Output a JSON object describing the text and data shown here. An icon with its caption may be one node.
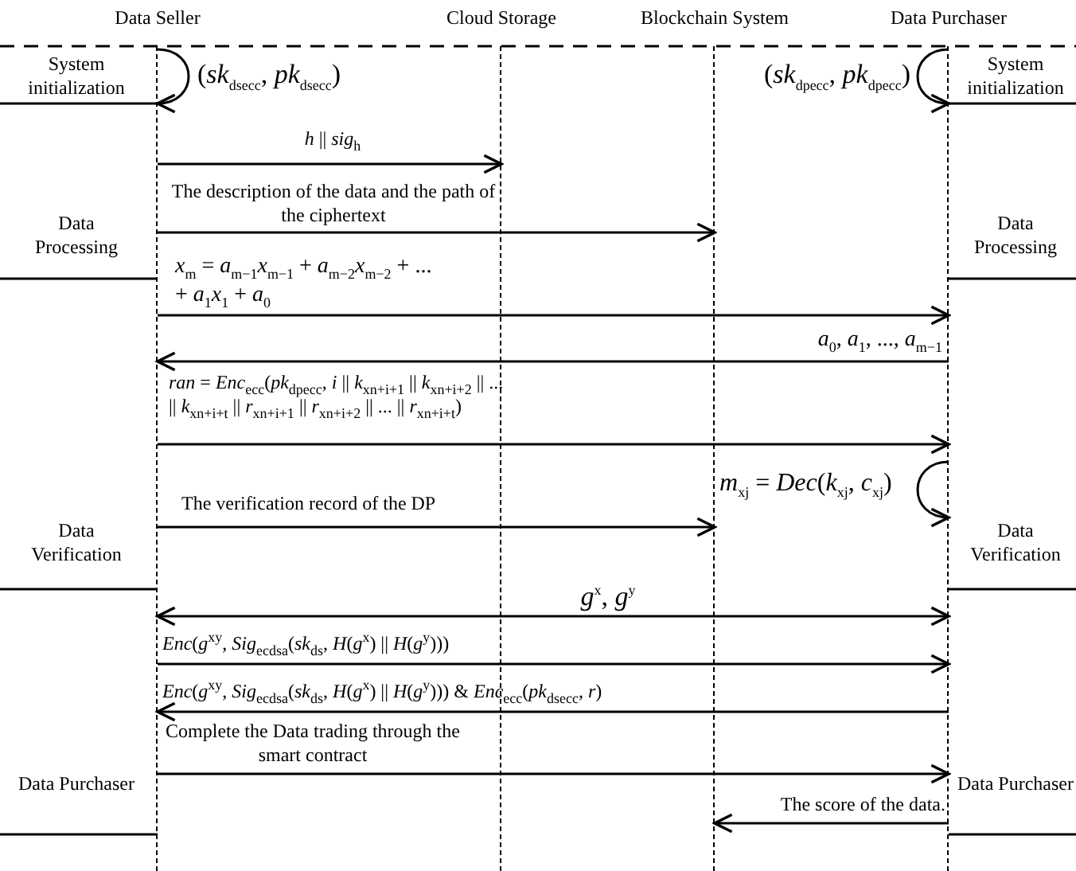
{
  "diagram": {
    "nodes": [
      {
        "text": [
          "Data Seller"
        ]
      },
      {
        "text": [
          "Cloud Storage"
        ]
      },
      {
        "text": [
          "Blockchain System"
        ]
      },
      {
        "text": [
          "Data Purchaser"
        ]
      }
    ],
    "edges": [
      {
        "from": 0,
        "to": 0,
        "arrow": "to",
        "label": "(*sk*$_{dsecc}$, *pk*$_{dsecc}$)"
      },
      {
        "from": 3,
        "to": 3,
        "arrow": "to",
        "label": "(*sk*$_{dpecc}$, *pk*$_{dpecc}$)"
      },
      {
        "from": 0,
        "to": 1,
        "arrow": "to",
        "label": "*h* || *sig*$_{h}$"
      },
      {
        "from": 0,
        "to": 2,
        "arrow": "to",
        "label": "The description of the data and the path of the ciphertext"
      },
      {
        "from": 0,
        "to": 3,
        "arrow": "to",
        "label": "*x*$_{m}$ = *a*$_{m−1}$*x*$_{m−1}$ + *a*$_{m−2}$*x*$_{m−2}$ + ... + *a*$_{1}$*x*$_{1}$ + *a*$_{0}$"
      },
      {
        "from": 3,
        "to": 0,
        "arrow": "to",
        "label": "*a*$_{0}$, *a*$_{1}$, ..., *a*$_{m−1}$"
      },
      {
        "from": 0,
        "to": 3,
        "arrow": "to",
        "label": "*ran* = *Enc*$_{ecc}$(*pk*$_{dpecc}$, *i* || *k*$_{x}$$_{n+i+1}$ || *k*$_{x}$$_{n+i+2}$ || ... || *k*$_{x}$$_{n+i+t}$ || *r*$_{x}$$_{n+i+1}$ || *r*$_{x}$$_{n+i+2}$ || ... || *r*$_{x}$$_{n+i+t}$)"
      },
      {
        "from": 3,
        "to": 3,
        "arrow": "to",
        "label": "*m*$_{x}$$_{j}$ = *Dec*(*k*$_{x}$$_{j}$, *c*$_{x}$$_{j}$)"
      },
      {
        "from": 0,
        "to": 2,
        "arrow": "to",
        "label": "The verification record of the DP"
      },
      {
        "from": 0,
        "to": 3,
        "arrow": "both",
        "label": "*g*$^{x}$, *g*$^{y}$"
      },
      {
        "from": 0,
        "to": 3,
        "arrow": "to",
        "label": "*Enc*(*g*$^{xy}$, *Sig*$_{ecdsa}$(*sk*$_{ds}$, *H*(*g*$^{x}$) || *H*(*g*$^{y}$)))"
      },
      {
        "from": 3,
        "to": 0,
        "arrow": "to",
        "label": "*Enc*(*g*$^{xy}$, *Sig*$_{ecdsa}$(*sk*$_{ds}$, *H*(*g*$^{x}$) || *H*(*g*$^{y}$))) & *Enc*$_{ecc}$(*pk*$_{dsecc}$, *r*)"
      },
      {
        "from": 0,
        "to": 3,
        "arrow": "to",
        "label": "Complete the Data trading through the smart contract"
      },
      {
        "from": 3,
        "to": 2,
        "arrow": "to",
        "label": "The score of the data."
      }
    ],
    "labels": [
      "System initialization",
      "System initialization",
      "Data Processing",
      "Data Processing",
      "Data Verification",
      "Data Verification",
      "Data Purchaser",
      "Data Purchaser"
    ]
  }
}
